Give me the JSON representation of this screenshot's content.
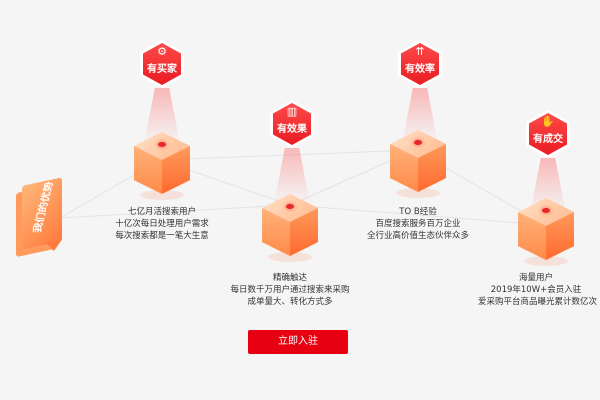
{
  "intro_badge": {
    "text": "我们的优势"
  },
  "features": [
    {
      "badge": "有买家",
      "glyph": "⚙",
      "lines": [
        "七亿月活搜索用户",
        "十亿次每日处理用户需求",
        "每次搜索都是一笔大生意"
      ]
    },
    {
      "badge": "有效果",
      "glyph": "▥",
      "lines": [
        "精确触达",
        "每日数千万用户通过搜索来采购",
        "成单量大、转化方式多"
      ]
    },
    {
      "badge": "有效率",
      "glyph": "⇈",
      "lines": [
        "TO B经验",
        "百度搜索服务百万企业",
        "全行业高价值生态伙伴众多"
      ]
    },
    {
      "badge": "有成交",
      "glyph": "✋",
      "lines": [
        "海量用户",
        "2019年10W+会员入驻",
        "爱采购平台商品曝光累计数亿次"
      ]
    }
  ],
  "cta": {
    "label": "立即入驻"
  },
  "colors": {
    "accent": "#e60012",
    "cube_orange": "#ff7a3c",
    "background": "#f5f5f5"
  }
}
